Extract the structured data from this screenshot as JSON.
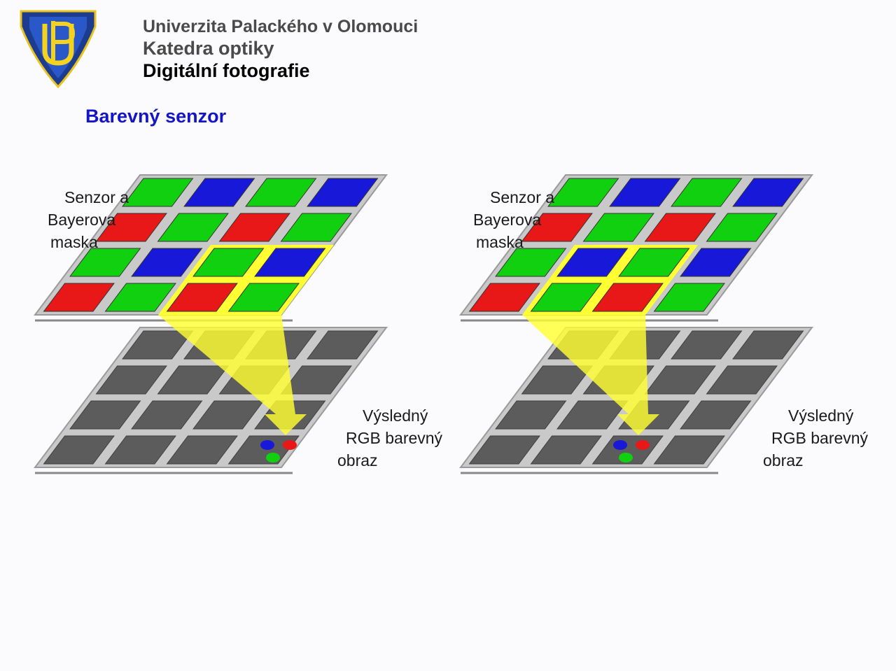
{
  "header": {
    "university": "Univerzita Palackého v Olomouci",
    "department": "Katedra optiky",
    "course": "Digitální fotografie",
    "logo_text": "UP"
  },
  "slide": {
    "title": "Barevný senzor"
  },
  "diagrams": [
    {
      "sensor_label": [
        "Senzor a",
        "Bayerova",
        "maska"
      ],
      "result_label": [
        "Výsledný",
        "RGB barevný",
        "obraz"
      ],
      "bayer_rows": [
        [
          "G",
          "B",
          "G",
          "B"
        ],
        [
          "R",
          "G",
          "R",
          "G"
        ],
        [
          "G",
          "B",
          "G",
          "B"
        ],
        [
          "R",
          "G",
          "R",
          "G"
        ]
      ],
      "highlight": {
        "row": 2,
        "col": 2
      }
    },
    {
      "sensor_label": [
        "Senzor a",
        "Bayerova",
        "maska"
      ],
      "result_label": [
        "Výsledný",
        "RGB barevný",
        "obraz"
      ],
      "bayer_rows": [
        [
          "G",
          "B",
          "G",
          "B"
        ],
        [
          "R",
          "G",
          "R",
          "G"
        ],
        [
          "G",
          "B",
          "G",
          "B"
        ],
        [
          "R",
          "G",
          "R",
          "G"
        ]
      ],
      "highlight": {
        "row": 2,
        "col": 1
      }
    }
  ],
  "colors": {
    "R": "#e81818",
    "G": "#10d010",
    "B": "#1818d8",
    "highlight": "#ffff33",
    "title": "#1515c8",
    "plate": "#c9c9c9",
    "pixel": "#5c5c5c"
  }
}
